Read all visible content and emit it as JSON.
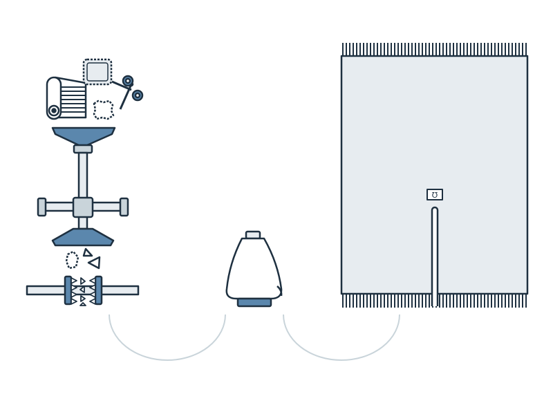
{
  "diagram": {
    "stages": [
      {
        "name": "textile-inputs",
        "icons": [
          "fabric-roll-icon",
          "fabric-patch-icon",
          "scissors-icon",
          "small-scrap-icon"
        ]
      },
      {
        "name": "shredder-machine",
        "icons": [
          "hopper-top-icon",
          "shredder-frame-icon",
          "hopper-bottom-icon",
          "fiber-pieces-icon",
          "roller-comb-icon"
        ]
      },
      {
        "name": "yarn-spool",
        "icons": [
          "yarn-cone-icon"
        ]
      },
      {
        "name": "finished-textile",
        "icons": [
          "blanket-icon",
          "fringe-icon",
          "care-label-icon"
        ]
      }
    ],
    "care_label_text": "Ʊ",
    "colors": {
      "stroke": "#1e3040",
      "accent": "#5b87ad",
      "fill_light": "#e7ecf0",
      "connector": "#c9d4da"
    }
  }
}
